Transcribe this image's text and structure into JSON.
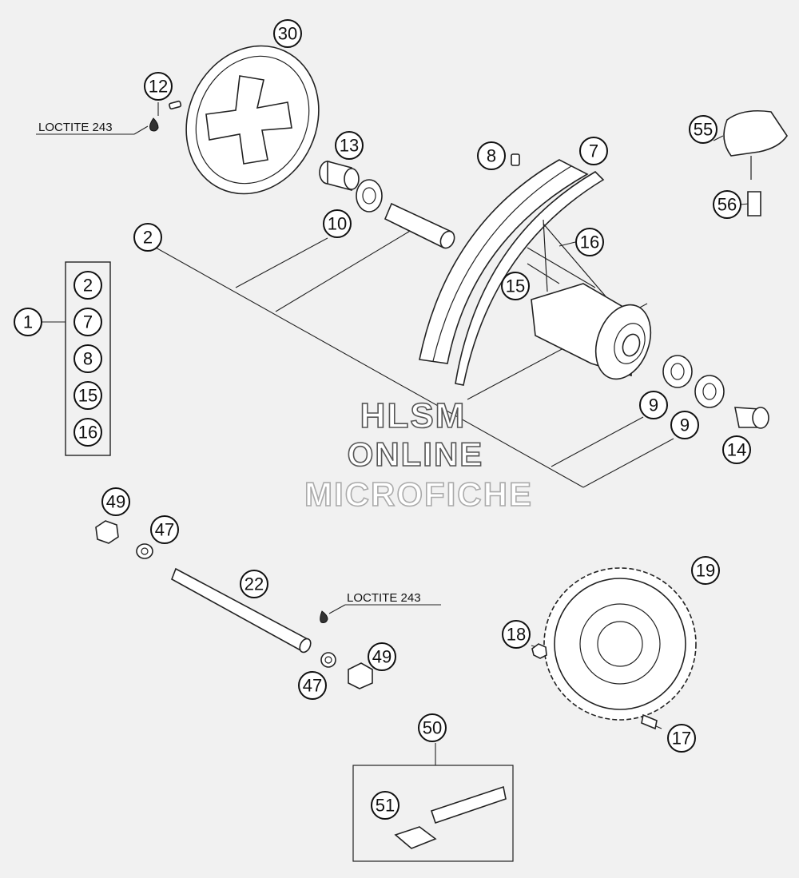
{
  "callouts": {
    "c30": "30",
    "c12": "12",
    "c13": "13",
    "c8": "8",
    "c7": "7",
    "c55": "55",
    "c56": "56",
    "c2": "2",
    "c10": "10",
    "c16": "16",
    "c15": "15",
    "c1": "1",
    "kit": [
      "2",
      "7",
      "8",
      "15",
      "16"
    ],
    "c9a": "9",
    "c9b": "9",
    "c14": "14",
    "c49a": "49",
    "c47a": "47",
    "c22": "22",
    "c19": "19",
    "c18": "18",
    "c49b": "49",
    "c47b": "47",
    "c17": "17",
    "c50": "50",
    "c51": "51"
  },
  "notes": {
    "loctite_top": "LOCTITE 243",
    "loctite_axle": "LOCTITE 243"
  },
  "watermark": {
    "line1": "HLSM",
    "line2": "ONLINE",
    "line3": "MICROFICHE"
  }
}
